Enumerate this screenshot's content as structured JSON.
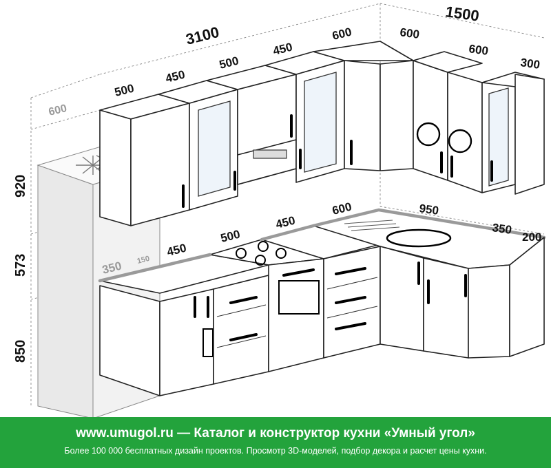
{
  "dimensions": {
    "total_left": "3100",
    "total_right": "1500",
    "upper_left_depth": "600",
    "upper_left": [
      "500",
      "450",
      "500",
      "450",
      "600"
    ],
    "upper_right": [
      "600",
      "600",
      "300"
    ],
    "height_upper": "920",
    "height_middle": "573",
    "height_lower": "850",
    "lower_left": [
      "350",
      "150",
      "450",
      "500",
      "450",
      "600"
    ],
    "lower_right": [
      "950",
      "350",
      "200"
    ]
  },
  "footer": {
    "title": "www.umugol.ru  —  Каталог и конструктор кухни «Умный угол»",
    "subtitle": "Более 100 000 бесплатных дизайн проектов. Просмотр 3D-моделей, подбор декора и расчет цены кухни."
  }
}
